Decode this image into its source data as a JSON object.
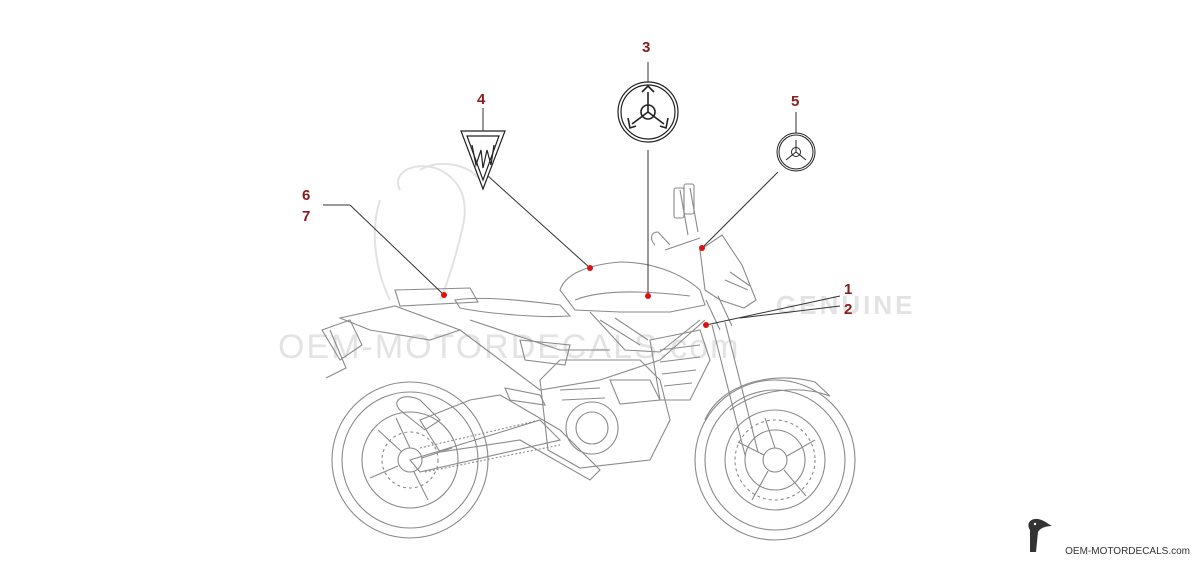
{
  "callouts": {
    "c1": "1",
    "c2": "2",
    "c3": "3",
    "c4": "4",
    "c5": "5",
    "c6": "6",
    "c7": "7"
  },
  "watermark": {
    "main": "OEM-MOTORDECALS.com",
    "genuine": "GENUINE"
  },
  "footer": {
    "site": "OEM-MOTORDECALS.com"
  },
  "colors": {
    "callout": "#8b1a1a",
    "marker": "#e01010",
    "line": "#333333",
    "bike_line": "#8a8a8a"
  }
}
